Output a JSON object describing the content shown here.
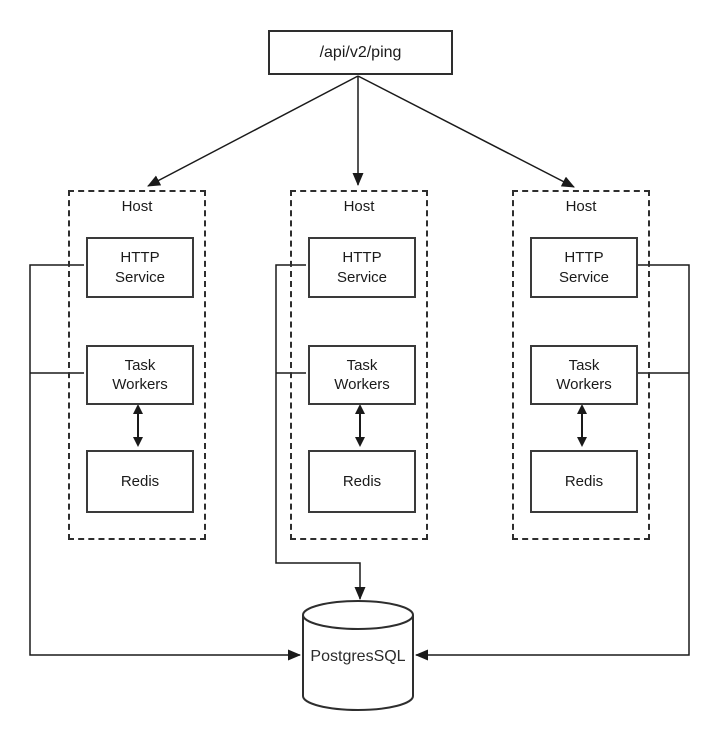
{
  "canvas": {
    "background": "#ffffff"
  },
  "colors": {
    "line": "#1a1a1a",
    "box_border": "#2e2e2e",
    "inner_box_border": "#3a3a3a",
    "text": "#1a1a1a"
  },
  "endpoint": {
    "label": "/api/v2/ping"
  },
  "hosts": [
    {
      "label": "Host",
      "services": {
        "http": "HTTP\nService",
        "workers": "Task\nWorkers",
        "cache": "Redis"
      }
    },
    {
      "label": "Host",
      "services": {
        "http": "HTTP\nService",
        "workers": "Task\nWorkers",
        "cache": "Redis"
      }
    },
    {
      "label": "Host",
      "services": {
        "http": "HTTP\nService",
        "workers": "Task\nWorkers",
        "cache": "Redis"
      }
    }
  ],
  "database": {
    "label": "PostgresSQL"
  },
  "edges": [
    {
      "from": "/api/v2/ping",
      "to": "Host 1",
      "arrow": "single"
    },
    {
      "from": "/api/v2/ping",
      "to": "Host 2",
      "arrow": "single"
    },
    {
      "from": "/api/v2/ping",
      "to": "Host 3",
      "arrow": "single"
    },
    {
      "from": "Host 1 HTTP Service + Task Workers",
      "to": "PostgresSQL",
      "arrow": "single"
    },
    {
      "from": "Host 2 HTTP Service + Task Workers",
      "to": "PostgresSQL",
      "arrow": "single"
    },
    {
      "from": "Host 3 HTTP Service + Task Workers",
      "to": "PostgresSQL",
      "arrow": "single"
    },
    {
      "from": "Task Workers",
      "to": "Redis",
      "arrow": "double",
      "scope": "each host"
    }
  ]
}
